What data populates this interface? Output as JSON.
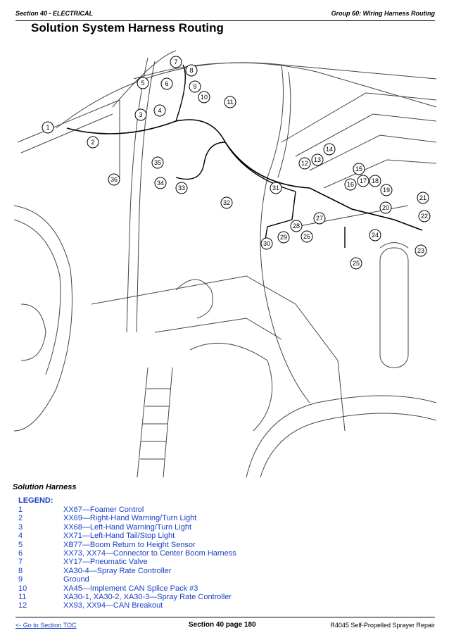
{
  "header": {
    "section": "Section 40 - ELECTRICAL",
    "group": "Group 60: Wiring Harness Routing"
  },
  "title": "Solution System Harness Routing",
  "figure": {
    "callouts": [
      "1",
      "2",
      "3",
      "4",
      "5",
      "6",
      "7",
      "8",
      "9",
      "10",
      "11",
      "12",
      "13",
      "14",
      "15",
      "16",
      "17",
      "18",
      "19",
      "20",
      "21",
      "22",
      "23",
      "24",
      "25",
      "26",
      "27",
      "28",
      "29",
      "30",
      "31",
      "32",
      "33",
      "34",
      "35",
      "36"
    ]
  },
  "caption": "Solution Harness",
  "legend": {
    "heading": "LEGEND:",
    "items": [
      {
        "num": "1",
        "desc": "XX67—Foamer Control"
      },
      {
        "num": "2",
        "desc": "XX69—Right-Hand Warning/Turn Light"
      },
      {
        "num": "3",
        "desc": "XX68—Left-Hand Warning/Turn Light"
      },
      {
        "num": "4",
        "desc": "XX71—Left-Hand Tail/Stop Light"
      },
      {
        "num": "5",
        "desc": "XB77—Boom Return to Height Sensor"
      },
      {
        "num": "6",
        "desc": "XX73, XX74—Connector to Center Boom Harness"
      },
      {
        "num": "7",
        "desc": "XY17—Pneumatic Valve"
      },
      {
        "num": "8",
        "desc": "XA30-4—Spray Rate Controller"
      },
      {
        "num": "9",
        "desc": "Ground"
      },
      {
        "num": "10",
        "desc": "XA45—Implement CAN Splice Pack #3"
      },
      {
        "num": "11",
        "desc": "XA30-1, XA30-2, XA30-3—Spray Rate Controller"
      },
      {
        "num": "12",
        "desc": "XX93, XX94—CAN Breakout"
      }
    ]
  },
  "footer": {
    "toc_link": "<- Go to Section TOC",
    "page": "Section 40 page 180",
    "doc": "R4045 Self-Propelled Sprayer Repair"
  }
}
